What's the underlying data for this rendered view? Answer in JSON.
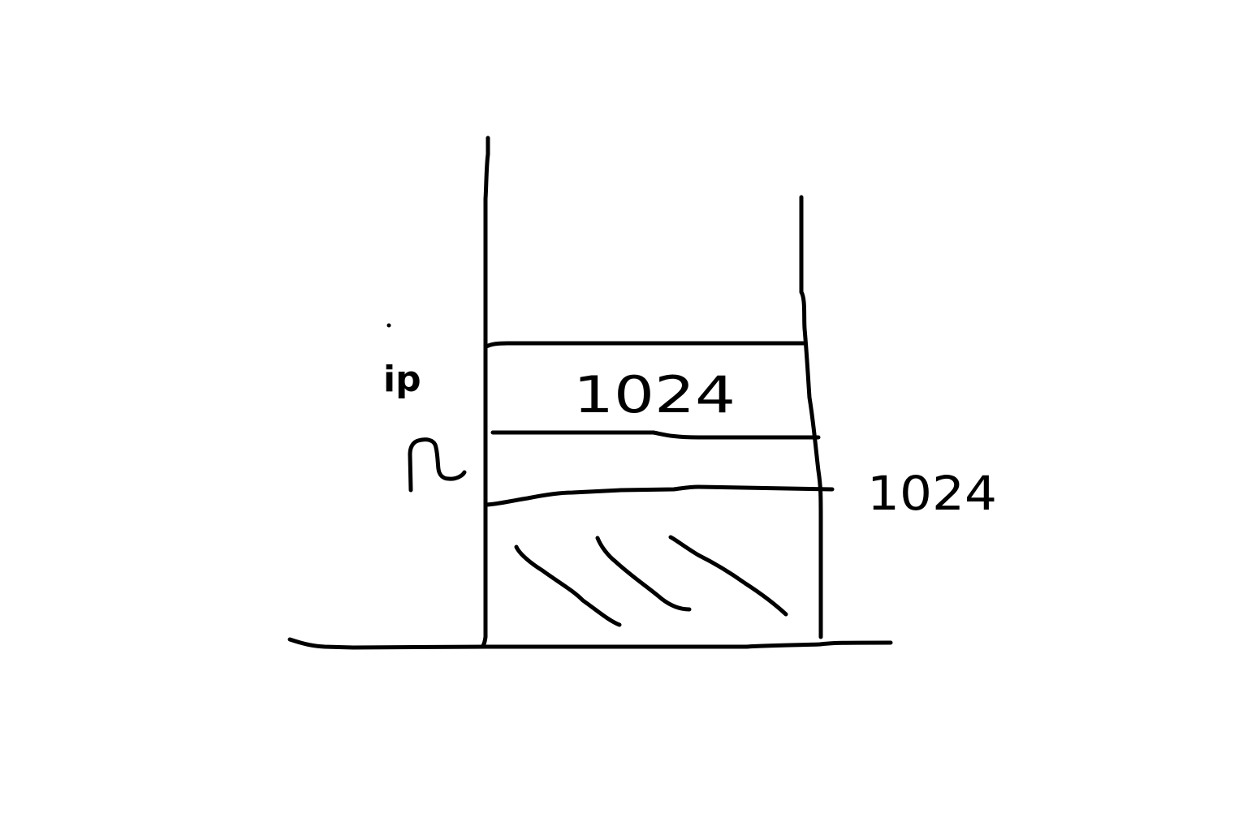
{
  "diagram": {
    "type": "hand-drawn stack sketch",
    "ink_color": "#000000",
    "background": "#ffffff",
    "labels": {
      "left_top": "ip",
      "left_bottom": "n",
      "inner_value": "1024",
      "outer_value": "1024"
    },
    "hatched_region": true
  }
}
